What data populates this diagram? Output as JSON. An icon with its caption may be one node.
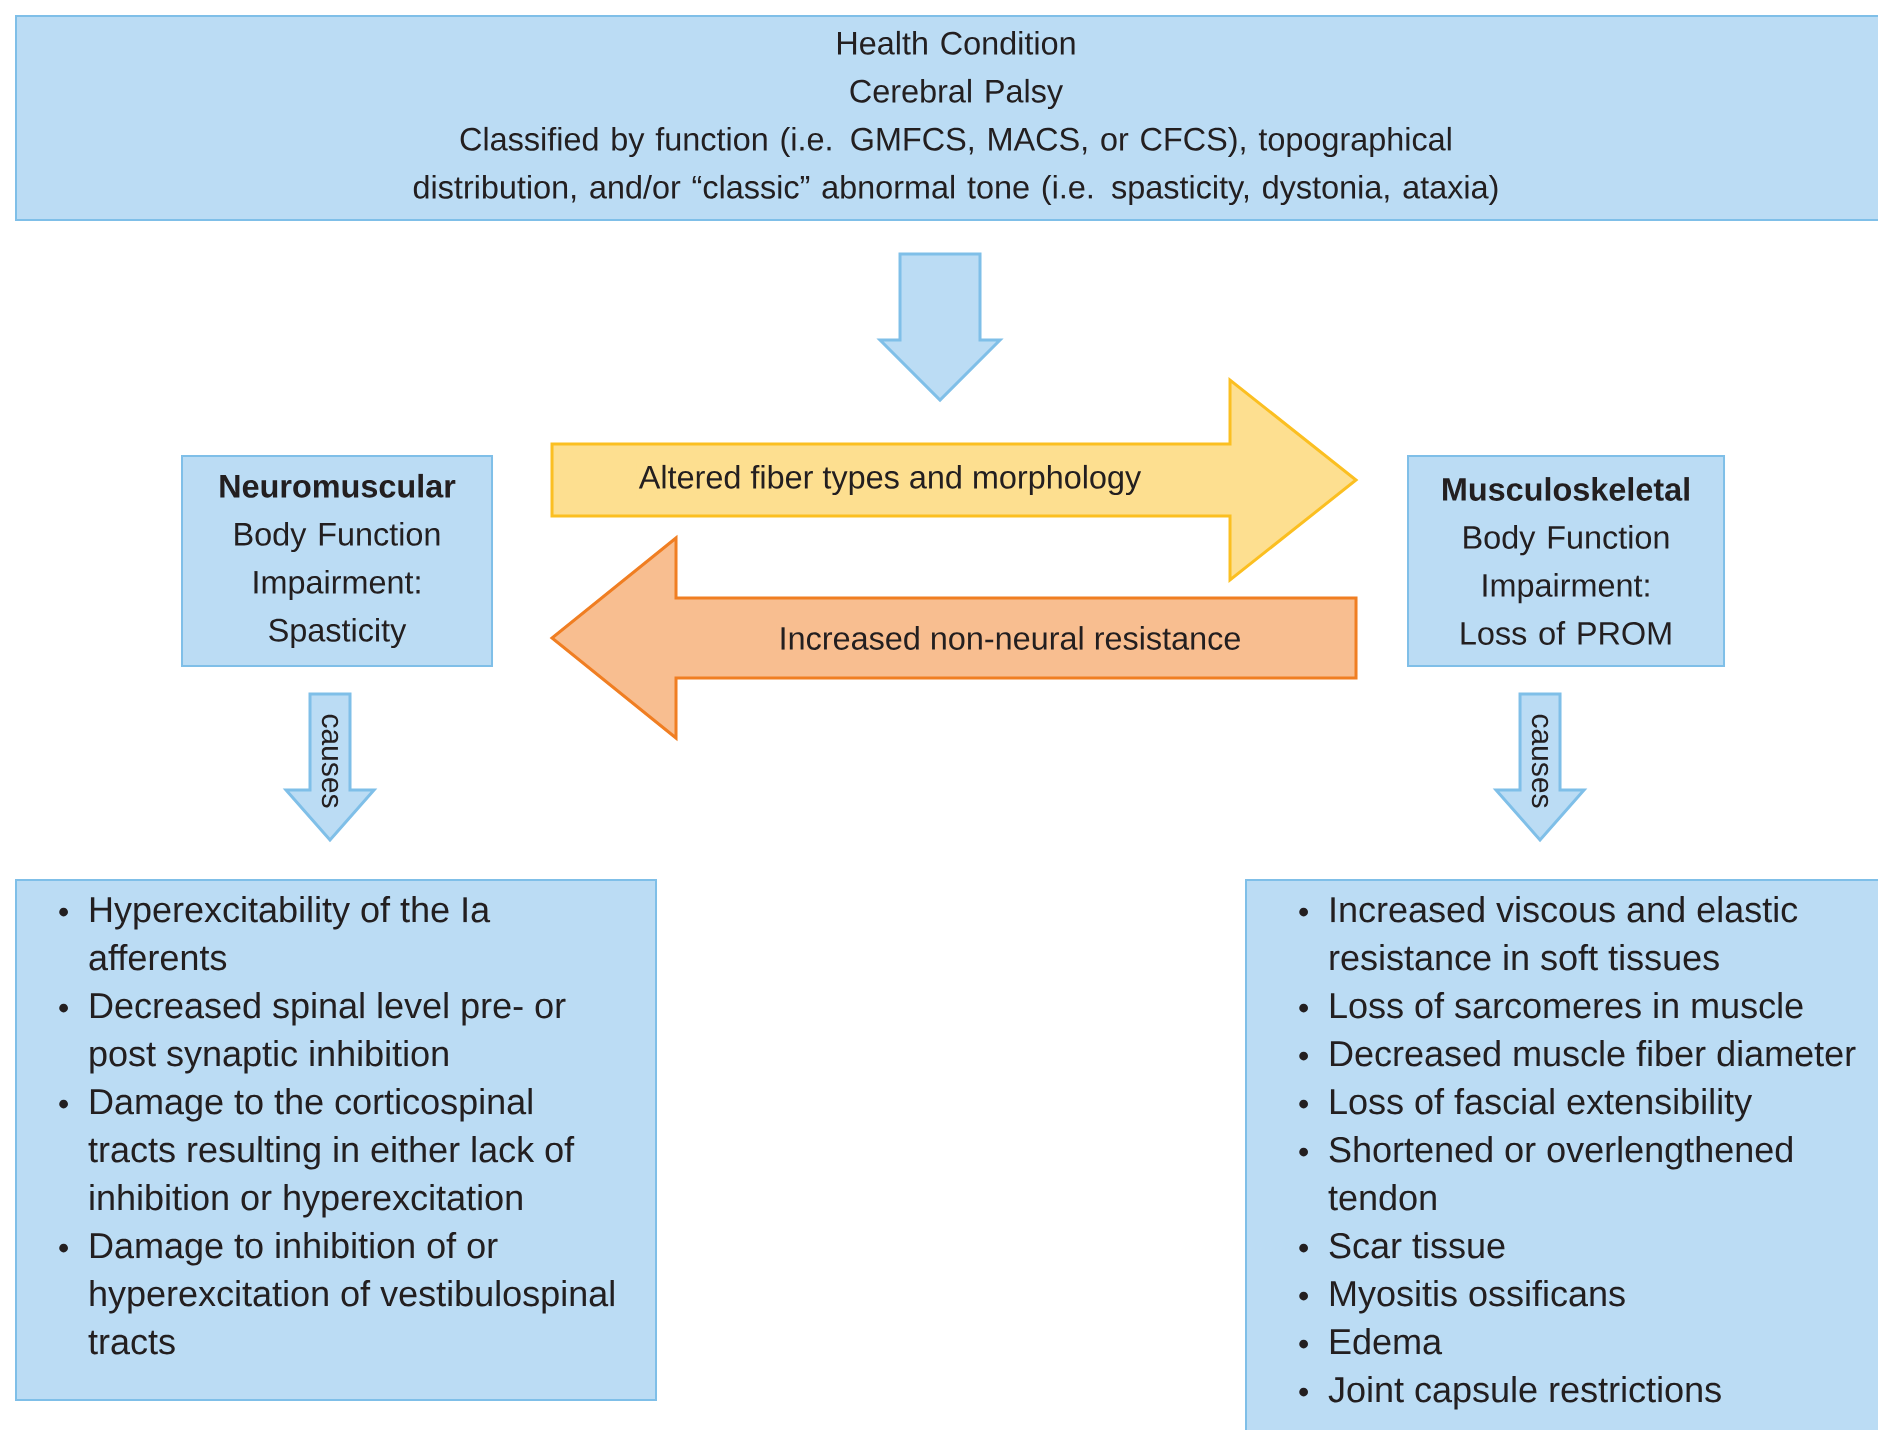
{
  "diagram": {
    "nodes": [
      {
        "text": [
          "Health Condition",
          "Cerebral Palsy",
          "Classified by function (i.e. GMFCS, MACS, or CFCS), topographical distribution, and/or “classic” abnormal tone (i.e. spasticity, dystonia, ataxia)"
        ]
      },
      {
        "text": [
          "Neuromuscular",
          "Body Function Impairment: Spasticity"
        ]
      },
      {
        "text": [
          "Musculoskeletal",
          "Body Function Impairment: Loss of PROM"
        ]
      },
      {
        "text": [
          "Hyperexcitability of the Ia afferents",
          "Decreased spinal level pre- or post synaptic inhibition",
          "Damage to the corticospinal tracts resulting in either lack of inhibition or hyperexcitation",
          "Damage to inhibition of or hyperexcitation of vestibulospinal tracts"
        ]
      },
      {
        "text": [
          "Increased viscous and elastic resistance in soft tissues",
          "Loss of sarcomeres in muscle",
          "Decreased muscle fiber diameter",
          "Loss of fascial extensibility",
          "Shortened or overlengthened tendon",
          "Scar tissue",
          "Myositis ossificans",
          "Edema",
          "Joint capsule restrictions"
        ]
      }
    ],
    "edges": [
      {
        "from": 0,
        "to": null,
        "arrow": "to"
      },
      {
        "from": 1,
        "to": 2,
        "arrow": "to",
        "label": "Altered fiber types and morphology",
        "color": "#fbbf21"
      },
      {
        "from": 2,
        "to": 1,
        "arrow": "to",
        "label": "Increased non-neural resistance",
        "color": "#f07e22"
      },
      {
        "from": 1,
        "to": 3,
        "arrow": "to",
        "label": "causes"
      },
      {
        "from": 2,
        "to": 4,
        "arrow": "to",
        "label": "causes"
      }
    ]
  }
}
